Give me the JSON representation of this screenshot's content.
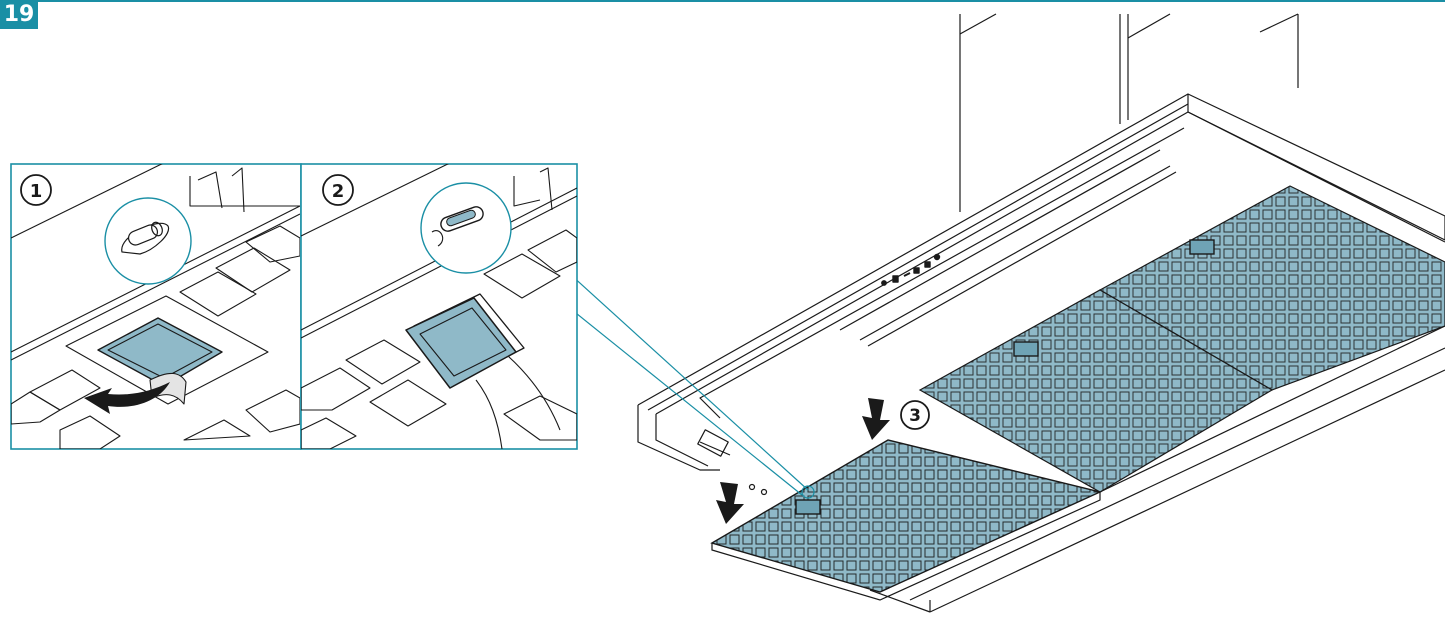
{
  "figure": {
    "number": "19"
  },
  "steps": [
    {
      "label": "1"
    },
    {
      "label": "2"
    },
    {
      "label": "3"
    }
  ],
  "colors": {
    "accent": "#1a8fa5",
    "filter_fill": "#8fb9c8",
    "filter_fill_dark": "#6fa3b5",
    "line": "#1a1a1a",
    "white": "#ffffff"
  }
}
